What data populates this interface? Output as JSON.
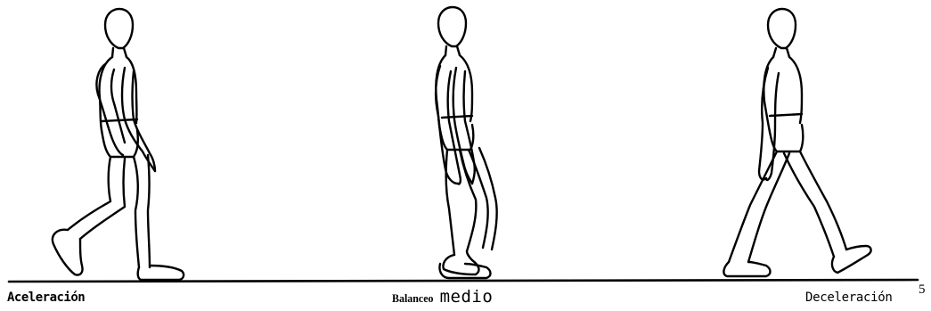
{
  "figure": {
    "phases": [
      {
        "label": "Aceleración"
      },
      {
        "label_a": "Balanceo",
        "label_b": "medio"
      },
      {
        "label": "Deceleración"
      }
    ],
    "reference": "5",
    "colors": {
      "ink": "#000000",
      "background": "#ffffff"
    }
  }
}
